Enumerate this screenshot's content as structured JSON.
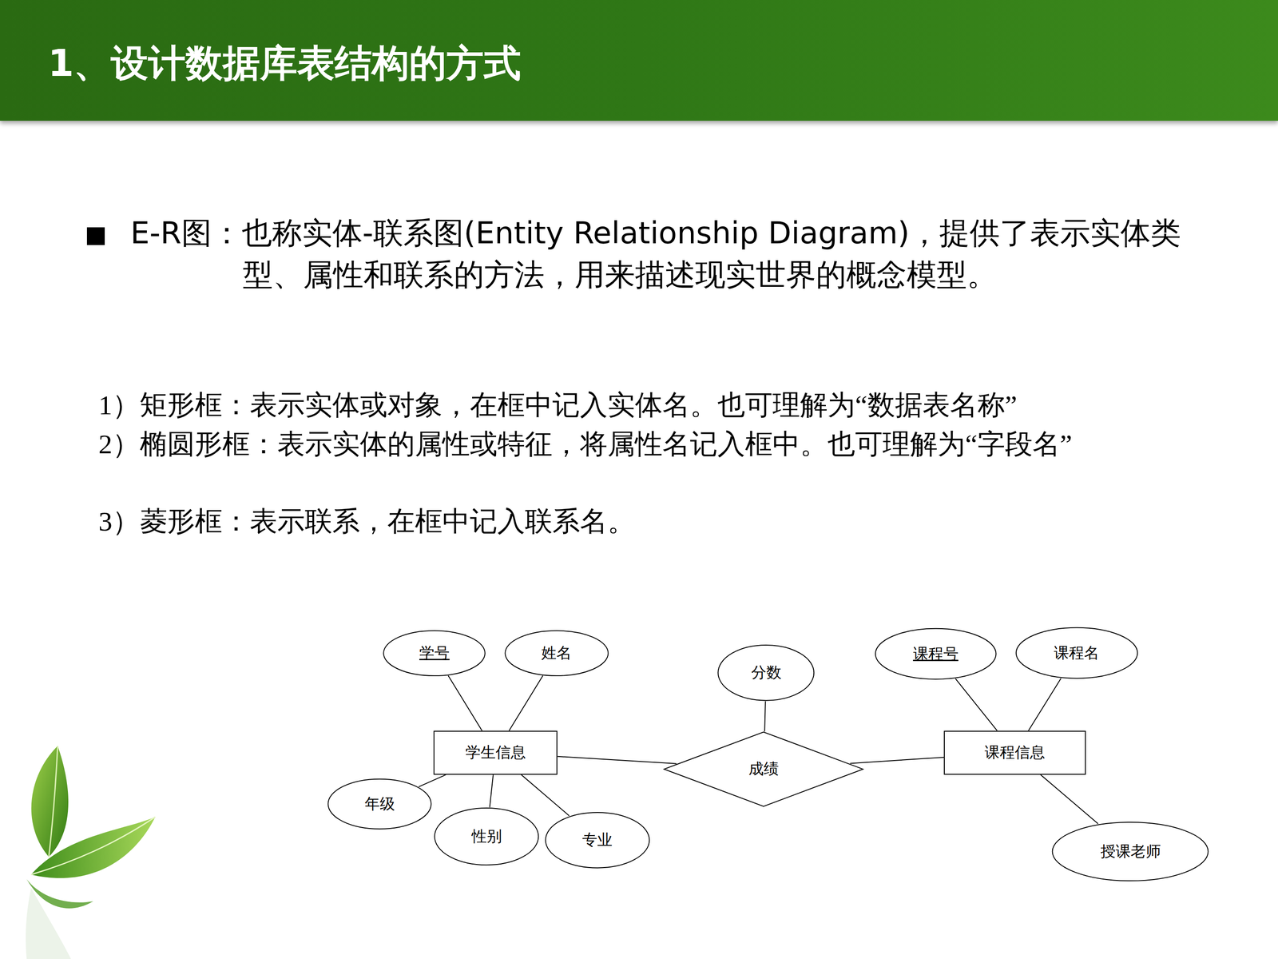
{
  "diagram": {
    "title": "1、设计数据库表结构的方式",
    "nodes": [
      {
        "text": [
          "学号"
        ]
      },
      {
        "text": [
          "姓名"
        ]
      },
      {
        "text": [
          "分数"
        ]
      },
      {
        "text": [
          "课程号"
        ]
      },
      {
        "text": [
          "课程名"
        ]
      },
      {
        "text": [
          "学生信息"
        ]
      },
      {
        "text": [
          "成绩"
        ]
      },
      {
        "text": [
          "课程信息"
        ]
      },
      {
        "text": [
          "年级"
        ]
      },
      {
        "text": [
          "性别"
        ]
      },
      {
        "text": [
          "专业"
        ]
      },
      {
        "text": [
          "授课老师"
        ]
      }
    ],
    "edges": [
      {
        "from": 0,
        "to": 5,
        "arrow": "none"
      },
      {
        "from": 1,
        "to": 5,
        "arrow": "none"
      },
      {
        "from": 2,
        "to": 6,
        "arrow": "none"
      },
      {
        "from": 3,
        "to": 7,
        "arrow": "none"
      },
      {
        "from": 4,
        "to": 7,
        "arrow": "none"
      },
      {
        "from": 5,
        "to": 6,
        "arrow": "none"
      },
      {
        "from": 6,
        "to": 7,
        "arrow": "none"
      },
      {
        "from": 5,
        "to": 8,
        "arrow": "none"
      },
      {
        "from": 5,
        "to": 9,
        "arrow": "none"
      },
      {
        "from": 5,
        "to": 10,
        "arrow": "none"
      },
      {
        "from": 7,
        "to": 11,
        "arrow": "none"
      }
    ],
    "labels": [
      "E-R图：也称实体-联系图(Entity Relationship Diagram)，提供了表示实体类型、属性和联系的方法，用来描述现实世界的概念模型。",
      "1）矩形框：表示实体或对象，在框中记入实体名。也可理解为“数据表名称”",
      "2）椭圆形框：表示实体的属性或特征，将属性名记入框中。也可理解为“字段名”",
      "3）菱形框：表示联系，在框中记入联系名。"
    ]
  }
}
